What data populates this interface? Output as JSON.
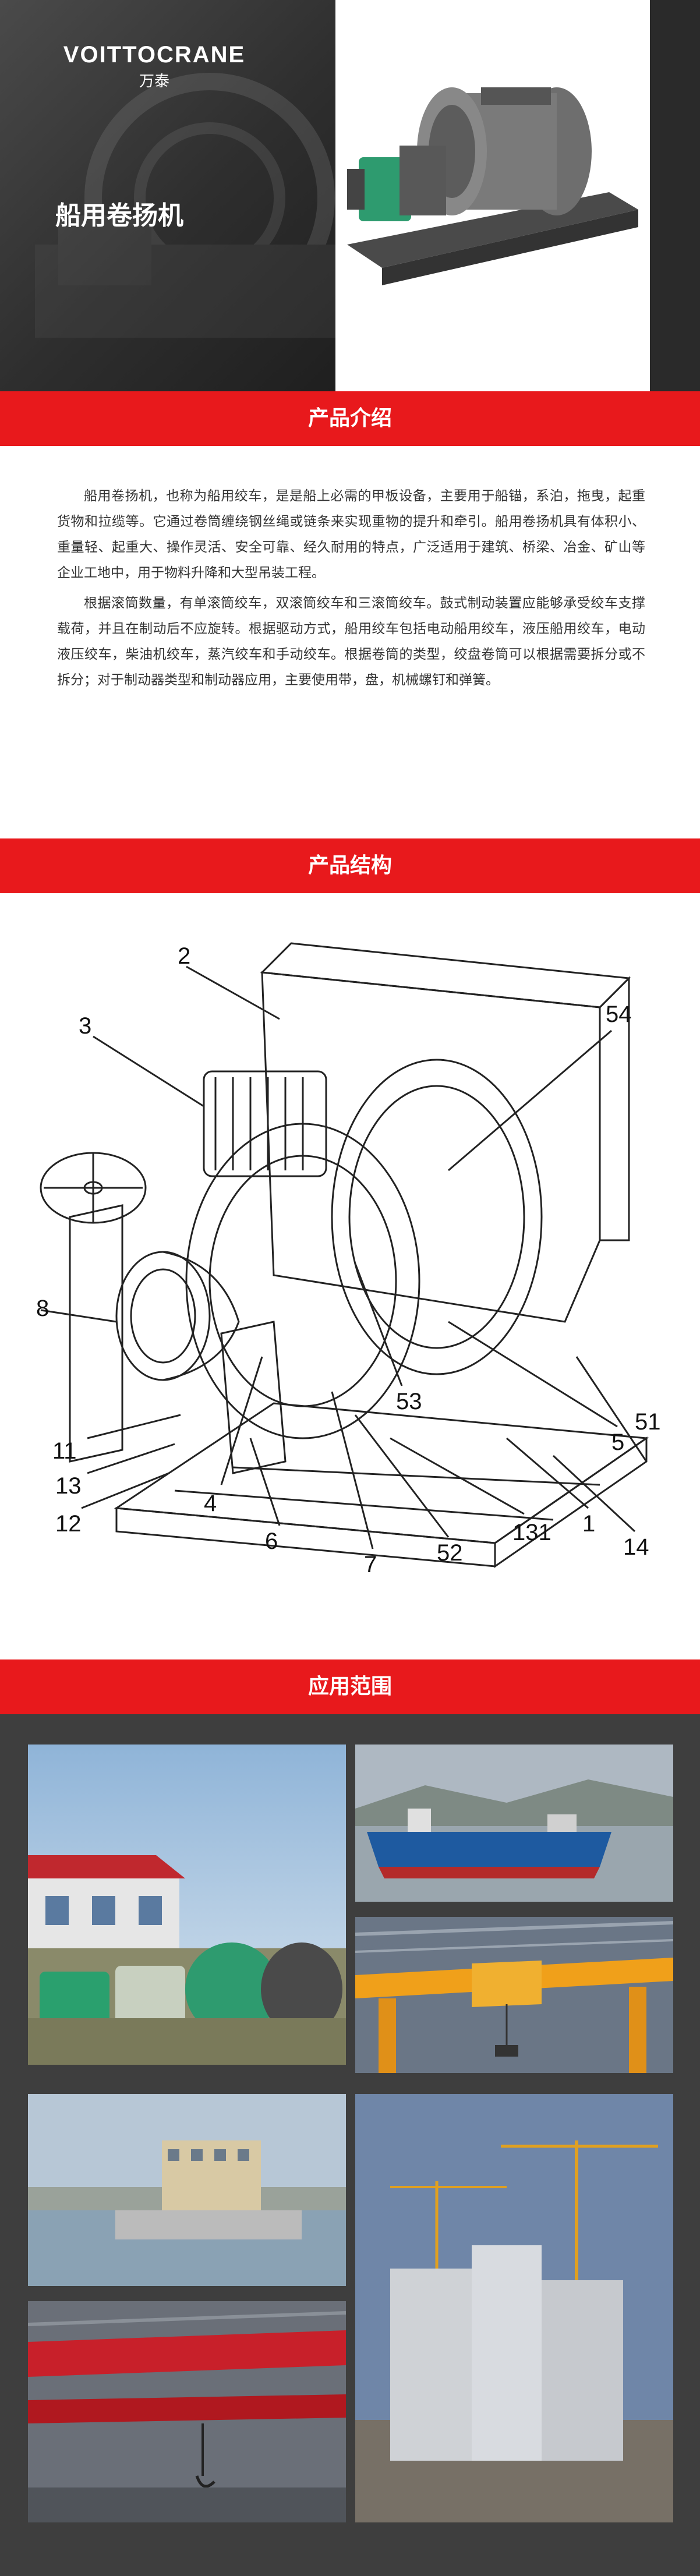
{
  "hero": {
    "logo_main": "VOITTOCRANE",
    "logo_sub": "万泰",
    "title": "船用卷扬机"
  },
  "sections": {
    "intro_title": "产品介绍",
    "structure_title": "产品结构",
    "application_title": "应用范围"
  },
  "intro": {
    "paragraph1": "船用卷扬机，也称为船用绞车，是是船上必需的甲板设备，主要用于船锚，系泊，拖曳，起重货物和拉缆等。它通过卷筒缠绕钢丝绳或链条来实现重物的提升和牵引。船用卷扬机具有体积小、重量轻、起重大、操作灵活、安全可靠、经久耐用的特点，广泛适用于建筑、桥梁、冶金、矿山等企业工地中，用于物料升降和大型吊装工程。",
    "paragraph2": "根据滚筒数量，有单滚筒绞车，双滚筒绞车和三滚筒绞车。鼓式制动装置应能够承受绞车支撑载荷，并且在制动后不应旋转。根据驱动方式，船用绞车包括电动船用绞车，液压船用绞车，电动液压绞车，柴油机绞车，蒸汽绞车和手动绞车。根据卷筒的类型，绞盘卷筒可以根据需要拆分或不拆分；对于制动器类型和制动器应用，主要使用带，盘，机械螺钉和弹簧。"
  },
  "structure": {
    "callouts": [
      "2",
      "3",
      "54",
      "8",
      "53",
      "5",
      "51",
      "11",
      "13",
      "12",
      "4",
      "6",
      "7",
      "52",
      "131",
      "1",
      "14"
    ]
  },
  "colors": {
    "accent": "#e8191c",
    "dark": "#3e3e3e"
  }
}
